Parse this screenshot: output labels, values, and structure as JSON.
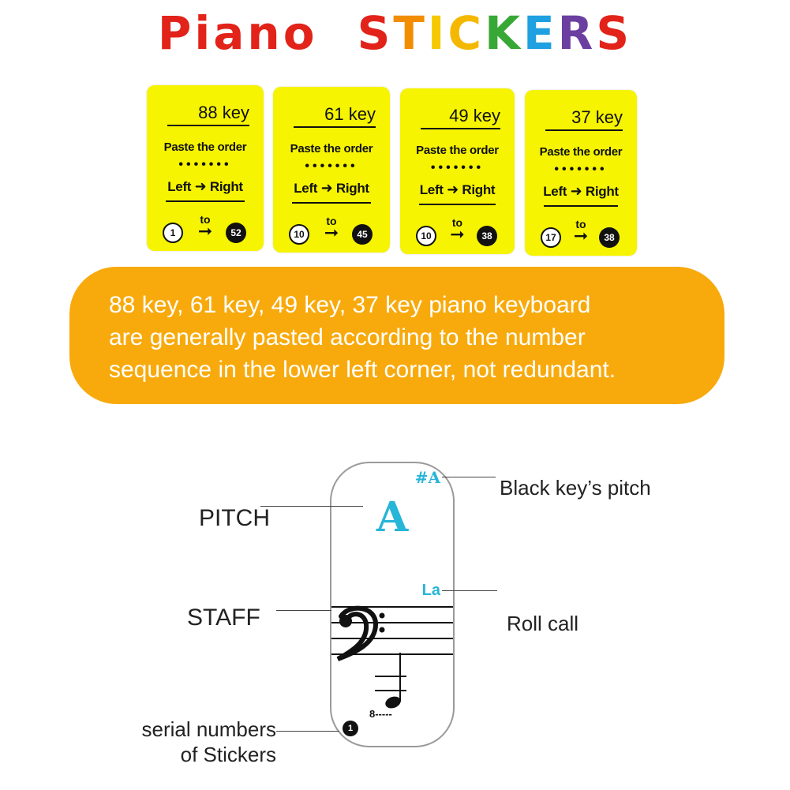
{
  "title": {
    "word1": [
      {
        "ch": "P",
        "color": "#e2231a"
      },
      {
        "ch": "i",
        "color": "#e2231a"
      },
      {
        "ch": "a",
        "color": "#e2231a"
      },
      {
        "ch": "n",
        "color": "#e2231a"
      },
      {
        "ch": "o",
        "color": "#e2231a"
      }
    ],
    "word2": [
      {
        "ch": "S",
        "color": "#e2231a"
      },
      {
        "ch": "T",
        "color": "#f28c00"
      },
      {
        "ch": "I",
        "color": "#f5c800"
      },
      {
        "ch": "C",
        "color": "#f5b800"
      },
      {
        "ch": "K",
        "color": "#37a836"
      },
      {
        "ch": "E",
        "color": "#1fa0e0"
      },
      {
        "ch": "R",
        "color": "#6b3fa0"
      },
      {
        "ch": "S",
        "color": "#e2231a"
      }
    ]
  },
  "cards": [
    {
      "key": "88 key",
      "paste": "Paste the order",
      "dots": "•••••••",
      "left": "Left",
      "right": "Right",
      "to": "to",
      "from_num": "1",
      "to_num": "52"
    },
    {
      "key": "61 key",
      "paste": "Paste the order",
      "dots": "•••••••",
      "left": "Left",
      "right": "Right",
      "to": "to",
      "from_num": "10",
      "to_num": "45"
    },
    {
      "key": "49 key",
      "paste": "Paste the order",
      "dots": "•••••••",
      "left": "Left",
      "right": "Right",
      "to": "to",
      "from_num": "10",
      "to_num": "38"
    },
    {
      "key": "37 key",
      "paste": "Paste the order",
      "dots": "•••••••",
      "left": "Left",
      "right": "Right",
      "to": "to",
      "from_num": "17",
      "to_num": "38"
    }
  ],
  "banner": {
    "line1": "88 key, 61 key, 49 key, 37 key piano keyboard",
    "line2": "are generally pasted according to the number",
    "line3": "sequence in the lower left corner, not redundant."
  },
  "diagram": {
    "sharp_label": "#A",
    "pitch_letter": "A",
    "solfege": "La",
    "octave_mark": "8-----",
    "serial": "1",
    "labels": {
      "pitch": "PITCH",
      "staff": "STAFF",
      "black_key": "Black key’s pitch",
      "roll_call": "Roll call",
      "serial_line1": "serial numbers",
      "serial_line2": "of Stickers"
    }
  },
  "colors": {
    "card": "#f6f400",
    "banner": "#f8aa0c",
    "accent_cyan": "#27b5d8"
  }
}
